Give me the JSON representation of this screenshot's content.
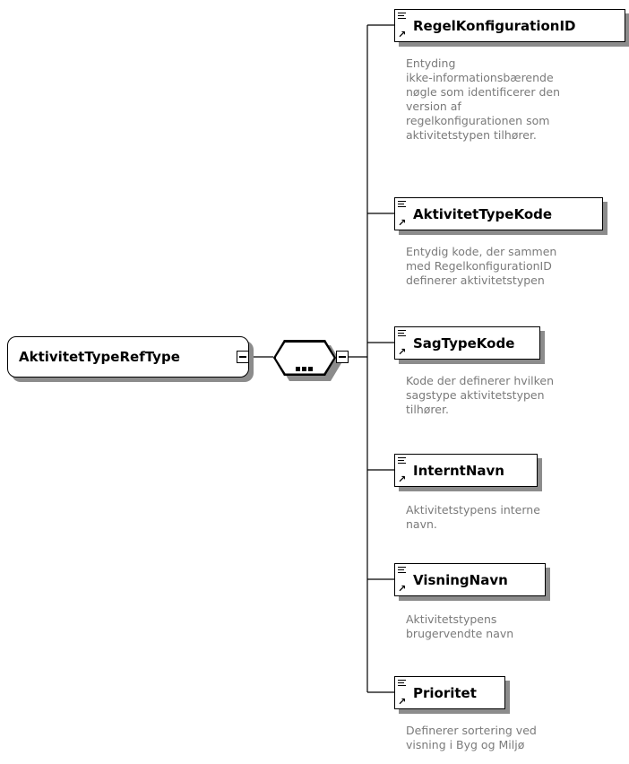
{
  "root": {
    "label": "AktivitetTypeRefType"
  },
  "sequence": {
    "compositor": "sequence"
  },
  "elements": [
    {
      "label": "RegelKonfigurationID",
      "doc": "Entyding\nikke-informationsbærende\nnøgle som identificerer den\nversion af\nregelkonfigurationen som\naktivitetstypen tilhører."
    },
    {
      "label": "AktivitetTypeKode",
      "doc": "Entydig kode, der sammen\nmed RegelkonfigurationID\ndefinerer aktivitetstypen"
    },
    {
      "label": "SagTypeKode",
      "doc": "Kode der definerer hvilken\nsagstype aktivitetstypen\ntilhører."
    },
    {
      "label": "InterntNavn",
      "doc": "Aktivitetstypens interne\nnavn."
    },
    {
      "label": "VisningNavn",
      "doc": "Aktivitetstypens\nbrugervendte navn"
    },
    {
      "label": "Prioritet",
      "doc": "Definerer sortering ved\nvisning i Byg og Miljø"
    }
  ],
  "colors": {
    "line": "#000000",
    "shadow": "#8c8c8c",
    "doc_text": "#7a7a7a"
  }
}
